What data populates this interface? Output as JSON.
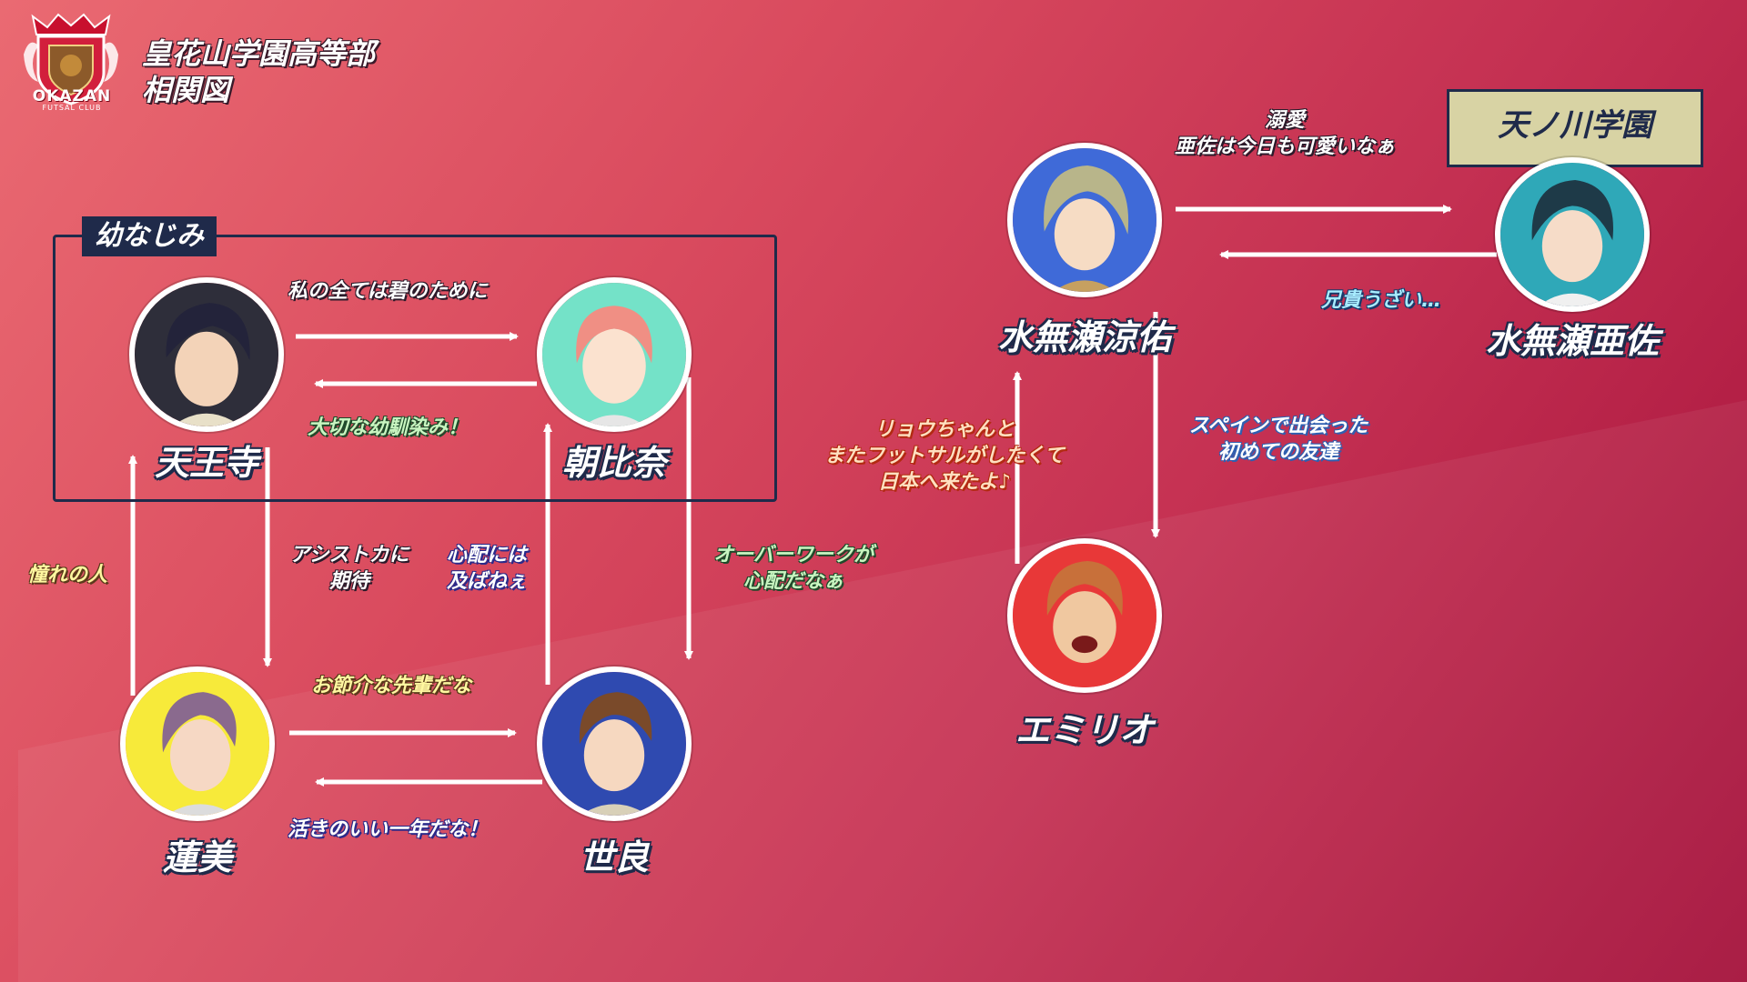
{
  "header": {
    "title_line1": "皇花山学園高等部",
    "title_line2": "相関図",
    "logo_text": "OKAZAN",
    "logo_sub": "FUTSAL CLUB"
  },
  "groups": {
    "childhood": "幼なじみ",
    "other_school": "天ノ川学園"
  },
  "characters": {
    "tennoji": "天王寺",
    "asahina": "朝比奈",
    "hasumi": "蓮美",
    "sera": "世良",
    "minase_ryosuke": "水無瀬涼佑",
    "minase_asa": "水無瀬亜佐",
    "emilio": "エミリオ"
  },
  "relations": {
    "tennoji_to_asahina": "私の全ては碧のために",
    "asahina_to_tennoji": "大切な幼馴染み！",
    "tennoji_to_hasumi_1": "アシストカに",
    "tennoji_to_hasumi_2": "期待",
    "sera_to_asahina_1": "心配には",
    "sera_to_asahina_2": "及ばねぇ",
    "hasumi_to_tennoji": "憧れの人",
    "asahina_to_sera_1": "オーバーワークが",
    "asahina_to_sera_2": "心配だなぁ",
    "hasumi_to_sera": "お節介な先輩だな",
    "sera_to_hasumi": "活きのいい一年だな！",
    "ryosuke_to_asa_1": "溺愛",
    "ryosuke_to_asa_2": "亜佐は今日も可愛いなぁ",
    "asa_to_ryosuke": "兄貴うざい…",
    "ryosuke_to_emilio_1": "スペインで出会った",
    "ryosuke_to_emilio_2": "初めての友達",
    "emilio_to_ryosuke_1": "リョウちゃんと",
    "emilio_to_ryosuke_2": "またフットサルがしたくて",
    "emilio_to_ryosuke_3": "日本へ来たよ♪"
  },
  "colors": {
    "background_start": "#ea6a72",
    "background_end": "#a4103a",
    "box_navy": "#1f2a4a",
    "school_tag_bg": "#d8d3a4",
    "arrow": "#ffffff"
  }
}
